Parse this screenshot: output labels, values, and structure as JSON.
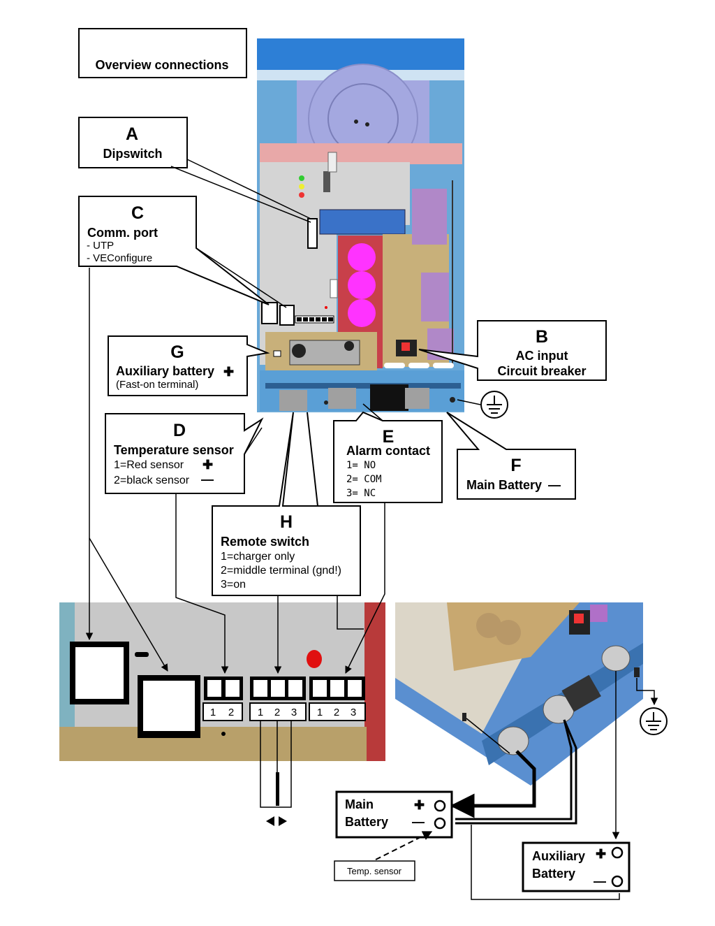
{
  "title": "Overview connections",
  "callouts": {
    "A": {
      "letter": "A",
      "label": "Dipswitch"
    },
    "B": {
      "letter": "B",
      "line1": "AC input",
      "line2": "Circuit breaker"
    },
    "C": {
      "letter": "C",
      "label": "Comm. port",
      "item1": "- UTP",
      "item2": "- VEConfigure"
    },
    "D": {
      "letter": "D",
      "label": "Temperature sensor",
      "line1": "1=Red    sensor",
      "line2": "2=black  sensor"
    },
    "E": {
      "letter": "E",
      "label": "Alarm contact",
      "line1": "1=  NO",
      "line2": "2=  COM",
      "line3": "3=  NC"
    },
    "F": {
      "letter": "F",
      "label": "Main Battery"
    },
    "G": {
      "letter": "G",
      "label": "Auxiliary battery",
      "note": "(Fast-on terminal)"
    },
    "H": {
      "letter": "H",
      "label": "Remote switch",
      "line1": "1=charger only",
      "line2": "2=middle terminal (gnd!)",
      "line3": "3=on"
    }
  },
  "terminals": {
    "temp": [
      "1",
      "2"
    ],
    "remote": [
      "1",
      "2",
      "3"
    ],
    "alarm": [
      "1",
      "2",
      "3"
    ]
  },
  "batteries": {
    "main": {
      "line1": "Main",
      "line2": "Battery"
    },
    "aux": {
      "line1": "Auxiliary",
      "line2": "Battery"
    },
    "temp_sensor": "Temp. sensor"
  },
  "symbols": {
    "plus": "✚",
    "minus": "—"
  },
  "colors": {
    "panel_blue": "#5a9fd6",
    "board_grey": "#d4d4d4",
    "pcb_red": "#c8404a",
    "capacitor": "#ff33ff",
    "board_tan": "#c8b07a",
    "fan": "#a4a8e0"
  }
}
